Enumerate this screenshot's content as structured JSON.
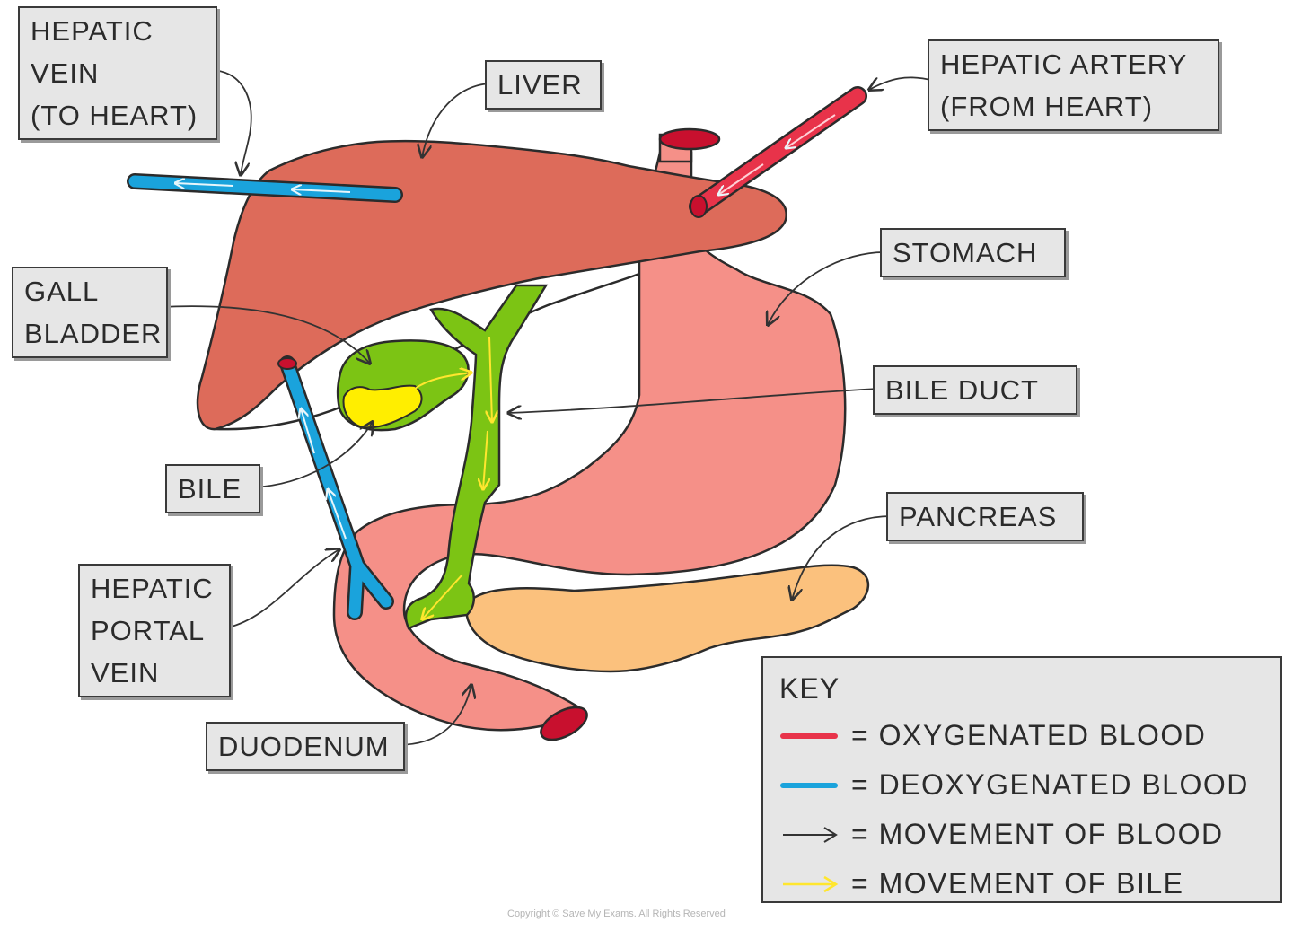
{
  "labels": {
    "hepatic_vein": [
      "HEPATIC",
      "VEIN",
      "(TO HEART)"
    ],
    "liver": "LIVER",
    "hepatic_artery": [
      "HEPATIC ARTERY",
      "(FROM HEART)"
    ],
    "stomach": "STOMACH",
    "gall_bladder": [
      "GALL",
      "BLADDER"
    ],
    "bile_duct": "BILE DUCT",
    "bile": "BILE",
    "pancreas": "PANCREAS",
    "hepatic_portal_vein": [
      "HEPATIC",
      "PORTAL",
      "VEIN"
    ],
    "duodenum": "DUODENUM"
  },
  "key": {
    "title": "KEY",
    "items": [
      {
        "text": "= OXYGENATED BLOOD",
        "symbol": "red-line",
        "color": "#e8334a"
      },
      {
        "text": "= DEOXYGENATED BLOOD",
        "symbol": "blue-line",
        "color": "#1aa3dc"
      },
      {
        "text": "= MOVEMENT OF BLOOD",
        "symbol": "black-arrow",
        "color": "#333333"
      },
      {
        "text": "= MOVEMENT OF BILE",
        "symbol": "yellow-arrow",
        "color": "#ffe62e"
      }
    ]
  },
  "colors": {
    "liver": "#dd6b5a",
    "stomach": "#f59088",
    "bile_duct": "#7cc414",
    "bile": "#ffee00",
    "pancreas": "#fbc17d",
    "hepatic_vein": "#1aa3dc",
    "hepatic_artery": "#e8334a",
    "vessel_opening": "#c8102e"
  },
  "copyright": "Copyright © Save My Exams. All Rights Reserved"
}
